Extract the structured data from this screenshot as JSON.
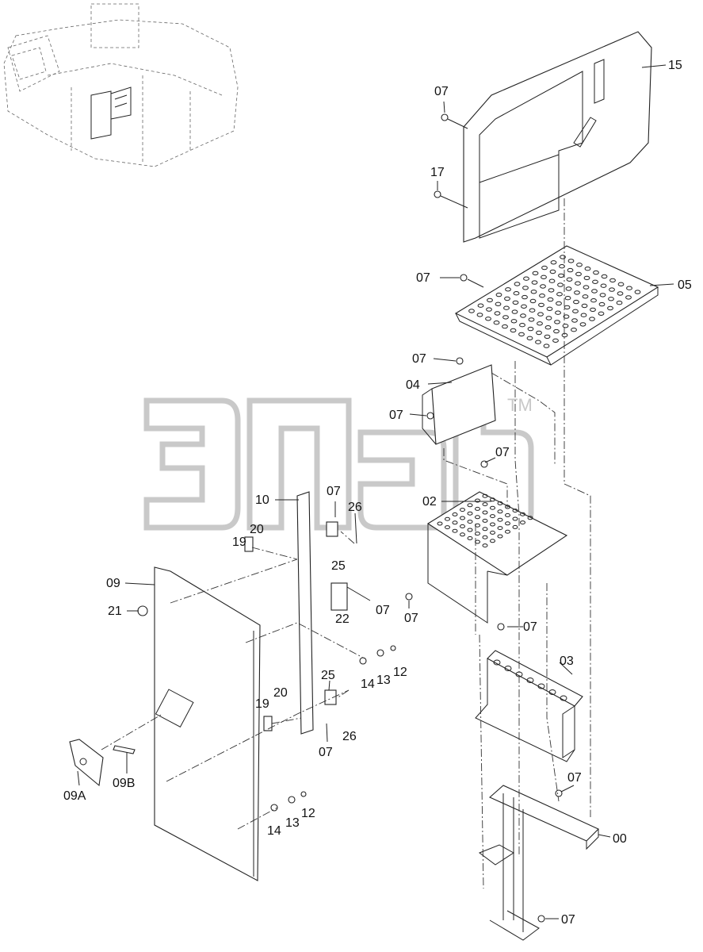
{
  "watermark": {
    "tm": "TM"
  },
  "part_labels": {
    "p15": "15",
    "p07_a": "07",
    "p17": "17",
    "p07_b": "07",
    "p05": "05",
    "p07_c": "07",
    "p04": "04",
    "p07_d": "07",
    "p07_e": "07",
    "p02": "02",
    "p10": "10",
    "p07_f": "07",
    "p26_a": "26",
    "p20_a": "20",
    "p19_a": "19",
    "p25_a": "25",
    "p09": "09",
    "p21": "21",
    "p22": "22",
    "p07_g": "07",
    "p07_h": "07",
    "p07_i": "07",
    "p03": "03",
    "p14_a": "14",
    "p13_a": "13",
    "p12_a": "12",
    "p25_b": "25",
    "p20_b": "20",
    "p19_b": "19",
    "p26_b": "26",
    "p07_j": "07",
    "p09A": "09A",
    "p09B": "09B",
    "p07_k": "07",
    "p14_b": "14",
    "p13_b": "13",
    "p12_b": "12",
    "p00": "00",
    "p07_l": "07"
  }
}
